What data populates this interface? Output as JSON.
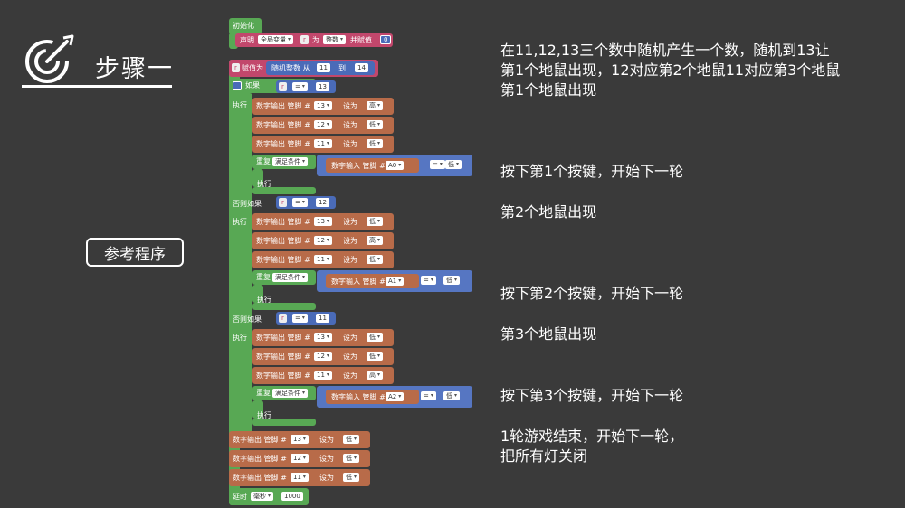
{
  "title": "步骤一",
  "ref_button": "参考程序",
  "descriptions": [
    "在11,12,13三个数中随机产生一个数，随机到13让",
    "第1个地鼠出现，12对应第2个地鼠11对应第3个地鼠",
    "第1个地鼠出现",
    "按下第1个按键，开始下一轮",
    "第2个地鼠出现",
    "按下第2个按键，开始下一轮",
    "第3个地鼠出现",
    "按下第3个按键，开始下一轮",
    "1轮游戏结束，开始下一轮，",
    "把所有灯关闭"
  ],
  "blocks": {
    "init": "初始化",
    "declare": "声明",
    "global_var": "全局变量",
    "var_r": "r",
    "as": "为",
    "int": "整数",
    "assign_initial": "并赋值",
    "zero": "0",
    "assign": "赋值为",
    "random_int_from": "随机整数 从",
    "to": "到",
    "n11": "11",
    "n12": "12",
    "n13": "13",
    "n14": "14",
    "if": "如果",
    "else_if": "否则如果",
    "do": "执行",
    "eq": "=",
    "digital_write_pin": "数字输出 管脚 #",
    "set_to": "设为",
    "high": "高",
    "low": "低",
    "repeat": "重复",
    "until": "满足条件",
    "digital_read_pin": "数字输入 管脚 #",
    "a0": "A0",
    "a1": "A1",
    "a2": "A2",
    "delay": "延时",
    "ms": "毫秒",
    "n1000": "1000"
  },
  "colors": {
    "background": "#3a3a3a",
    "green": "#58a854",
    "pink": "#c2476c",
    "orange": "#b86b49",
    "blue": "#4a6bb8"
  }
}
